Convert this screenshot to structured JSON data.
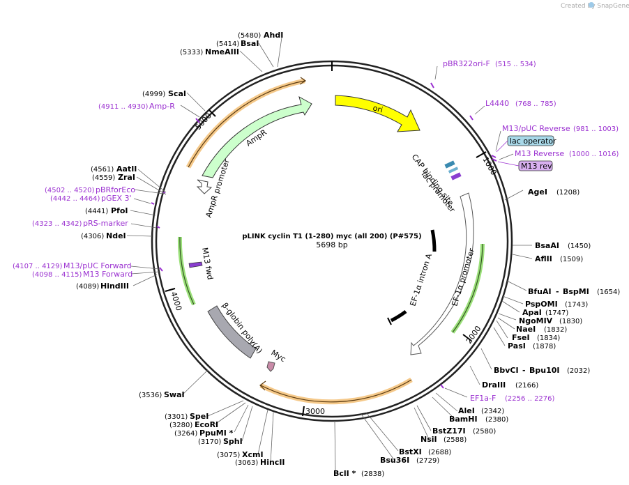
{
  "plasmid": {
    "name": "pLINK cyclin T1 (1-280) myc (all 200) (P#575)",
    "size_label": "5698 bp",
    "length": 5698
  },
  "credit": "Created by SnapGene",
  "ticks": [
    "1000",
    "2000",
    "3000",
    "4000",
    "5000"
  ],
  "restriction_sites": [
    {
      "name": "AhdI",
      "pos": "(5480)"
    },
    {
      "name": "BsaI",
      "pos": "(5414)"
    },
    {
      "name": "NmeAIII",
      "pos": "(5333)"
    },
    {
      "name": "ScaI",
      "pos": "(4999)"
    },
    {
      "name": "AatII",
      "pos": "(4561)"
    },
    {
      "name": "ZraI",
      "pos": "(4559)"
    },
    {
      "name": "PfoI",
      "pos": "(4441)"
    },
    {
      "name": "NdeI",
      "pos": "(4306)"
    },
    {
      "name": "HindIII",
      "pos": "(4089)"
    },
    {
      "name": "AgeI",
      "pos": "(1208)"
    },
    {
      "name": "BsaAI",
      "pos": "(1450)"
    },
    {
      "name": "AflII",
      "pos": "(1509)"
    },
    {
      "name": "BfuAI",
      "name2": "BspMI",
      "pos": "(1654)"
    },
    {
      "name": "PspOMI",
      "pos": "(1743)"
    },
    {
      "name": "ApaI",
      "pos": "(1747)"
    },
    {
      "name": "NgoMIV",
      "pos": "(1830)"
    },
    {
      "name": "NaeI",
      "pos": "(1832)"
    },
    {
      "name": "FseI",
      "pos": "(1834)"
    },
    {
      "name": "PasI",
      "pos": "(1878)"
    },
    {
      "name": "BbvCI",
      "name2": "Bpu10I",
      "pos": "(2032)"
    },
    {
      "name": "DraIII",
      "pos": "(2166)"
    },
    {
      "name": "AleI",
      "pos": "(2342)"
    },
    {
      "name": "BamHI",
      "pos": "(2380)"
    },
    {
      "name": "BstZ17I",
      "pos": "(2580)"
    },
    {
      "name": "NsiI",
      "pos": "(2588)"
    },
    {
      "name": "BstXI",
      "pos": "(2688)"
    },
    {
      "name": "Bsu36I",
      "pos": "(2729)"
    },
    {
      "name": "BclI *",
      "pos": "(2838)"
    },
    {
      "name": "SwaI",
      "pos": "(3536)"
    },
    {
      "name": "SpeI",
      "pos": "(3301)"
    },
    {
      "name": "EcoRI",
      "pos": "(3280)"
    },
    {
      "name": "PpuMI *",
      "pos": "(3264)"
    },
    {
      "name": "SphI",
      "pos": "(3170)"
    },
    {
      "name": "XcmI",
      "pos": "(3075)"
    },
    {
      "name": "HincII",
      "pos": "(3063)"
    }
  ],
  "primers": [
    {
      "name": "pBR322ori-F",
      "pos": "(515 .. 534)"
    },
    {
      "name": "L4440",
      "pos": "(768 .. 785)"
    },
    {
      "name": "M13/pUC Reverse",
      "pos": "(981 .. 1003)"
    },
    {
      "name": "M13 Reverse",
      "pos": "(1000 .. 1016)"
    },
    {
      "name": "EF1a-F",
      "pos": "(2256 .. 2276)"
    },
    {
      "name": "Amp-R",
      "pos": "(4911 .. 4930)"
    },
    {
      "name": "pBRforEco",
      "pos": "(4502 .. 4520)"
    },
    {
      "name": "pGEX 3'",
      "pos": "(4442 .. 4464)"
    },
    {
      "name": "pRS-marker",
      "pos": "(4323 .. 4342)"
    },
    {
      "name": "M13/pUC Forward",
      "pos": "(4107 .. 4129)"
    },
    {
      "name": "M13 Forward",
      "pos": "(4098 .. 4115)"
    }
  ],
  "tags": {
    "lac_operator": "lac operator",
    "m13_rev": "M13 rev"
  },
  "features": {
    "ori": "ori",
    "ampr": "AmpR",
    "ampr_promoter": "AmpR promoter",
    "cap_site": "CAP binding site",
    "lac_promoter": "lac promoter",
    "ef1a_promoter": "EF-1α promoter",
    "ef1a_intron": "EF-1α intron A",
    "myc": "Myc",
    "bglobin": "β-globin poly(A)",
    "m13_fwd": "M13 fwd"
  },
  "colors": {
    "ori": "#ffff00",
    "ampr": "#ccffcc",
    "primer": "#9a2fd0",
    "orf_highlight": "#f5c98a",
    "lac_operator": "#a8d8e8",
    "m13_rev": "#d8b0f0",
    "bglobin": "#a8a8b0",
    "myc": "#c98ba8"
  }
}
